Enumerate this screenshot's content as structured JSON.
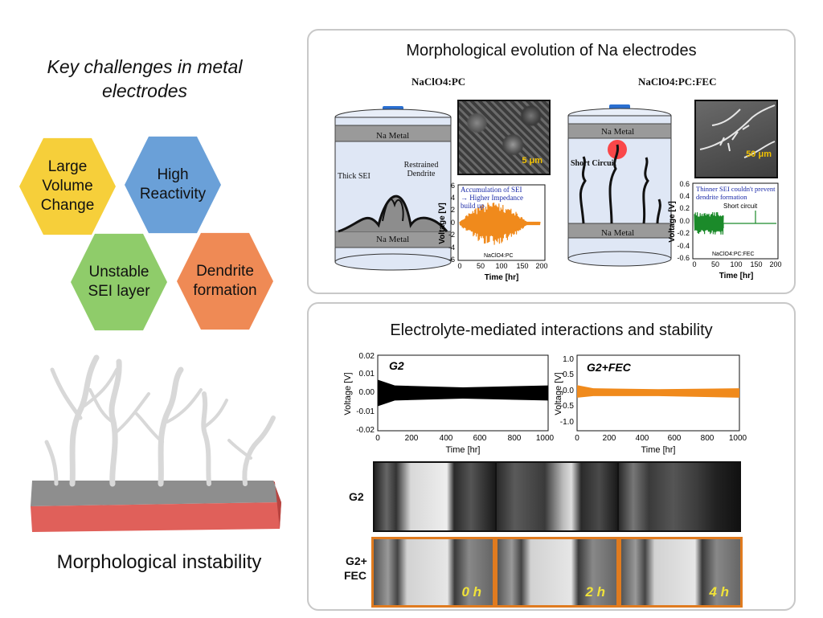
{
  "left": {
    "title": "Key challenges in metal electrodes",
    "hexagons": [
      {
        "label": "Large Volume Change",
        "color": "#f6cf3a"
      },
      {
        "label": "High Reactivity",
        "color": "#6aa0d8"
      },
      {
        "label": "Unstable SEI layer",
        "color": "#8fcc6a"
      },
      {
        "label": "Dendrite formation",
        "color": "#ef8a55"
      }
    ],
    "morph_label": "Morphological instability"
  },
  "top_panel": {
    "title": "Morphological evolution of Na electrodes",
    "cell1": {
      "electrolyte": "NaClO4:PC",
      "top_metal": "Na Metal",
      "bottom_metal": "Na Metal",
      "label_sei": "Thick SEI",
      "label_dendrite": "Restrained Dendrite",
      "scale": "5 μm",
      "chart": {
        "annot": "Accumulation of SEI → Higher Impedance build up",
        "inner_label": "NaClO4:PC",
        "ylabel": "Voltage [V]",
        "xlabel": "Time [hr]",
        "yticks": [
          "6",
          "4",
          "2",
          "0",
          "-2",
          "-4",
          "-6"
        ],
        "xticks": [
          "0",
          "50",
          "100",
          "150",
          "200"
        ]
      }
    },
    "cell2": {
      "electrolyte": "NaClO4:PC:FEC",
      "top_metal": "Na Metal",
      "bottom_metal": "Na Metal",
      "label_short": "Short Circuit",
      "scale": "50 μm",
      "chart": {
        "annot": "Thinner SEI couldn't prevent dendrite formation",
        "short": "Short circuit",
        "inner_label": "NaClO4:PC:FEC",
        "ylabel": "Voltage [V]",
        "xlabel": "Time [hr]",
        "yticks": [
          "0.6",
          "0.4",
          "0.2",
          "0.0",
          "-0.2",
          "-0.4",
          "-0.6"
        ],
        "xticks": [
          "0",
          "50",
          "100",
          "150",
          "200"
        ]
      }
    }
  },
  "bottom_panel": {
    "title": "Electrolyte-mediated interactions and stability",
    "chart1": {
      "label": "G2",
      "ylabel": "Voltage [V]",
      "xlabel": "Time [hr]",
      "yticks": [
        "0.02",
        "0.01",
        "0.00",
        "-0.01",
        "-0.02"
      ],
      "xticks": [
        "0",
        "200",
        "400",
        "600",
        "800",
        "1000"
      ]
    },
    "chart2": {
      "label": "G2+FEC",
      "ylabel": "Voltage [V]",
      "xlabel": "Time [hr]",
      "yticks": [
        "1.0",
        "0.5",
        "0.0",
        "-0.5",
        "-1.0"
      ],
      "xticks": [
        "0",
        "200",
        "400",
        "600",
        "800",
        "1000"
      ]
    },
    "row1_label": "G2",
    "row2_label_a": "G2+",
    "row2_label_b": "FEC",
    "hours": [
      "0 h",
      "2 h",
      "4 h"
    ]
  },
  "colors": {
    "orange": "#f08a1c",
    "panel_border": "#c8c8c8"
  },
  "chart_data": [
    {
      "type": "line",
      "title": "G2",
      "xlabel": "Time [hr]",
      "ylabel": "Voltage [V]",
      "xlim": [
        0,
        1000
      ],
      "ylim": [
        -0.02,
        0.02
      ],
      "series": [
        {
          "name": "G2",
          "x": [
            0,
            100,
            500,
            1000
          ],
          "y_upper": [
            0.007,
            0.004,
            0.003,
            0.004
          ],
          "y_lower": [
            -0.007,
            -0.004,
            -0.003,
            -0.004
          ]
        }
      ]
    },
    {
      "type": "line",
      "title": "G2+FEC",
      "xlabel": "Time [hr]",
      "ylabel": "Voltage [V]",
      "xlim": [
        0,
        1000
      ],
      "ylim": [
        -1.2,
        1.2
      ],
      "series": [
        {
          "name": "G2+FEC",
          "x": [
            0,
            100,
            500,
            1000
          ],
          "y_upper": [
            0.25,
            0.15,
            0.12,
            0.15
          ],
          "y_lower": [
            -0.15,
            -0.1,
            -0.1,
            -0.15
          ]
        }
      ]
    }
  ]
}
